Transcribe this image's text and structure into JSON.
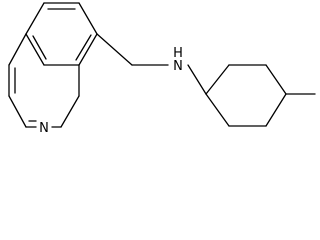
{
  "structure": {
    "atoms": {
      "nitrogen_ring": "N",
      "nitrogen_amine": "N",
      "hydrogen_amine": "H"
    }
  }
}
